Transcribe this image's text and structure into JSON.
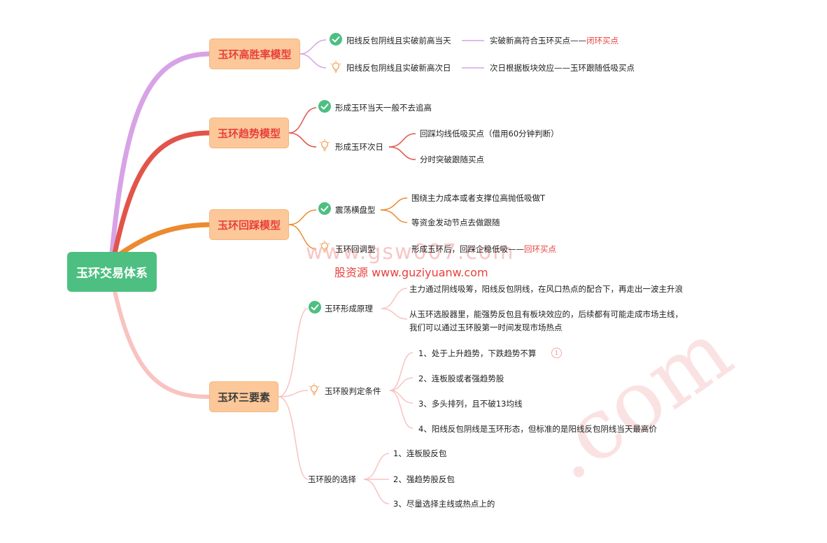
{
  "root": {
    "label": "玉环交易体系"
  },
  "topics": [
    {
      "label": "玉环高胜率模型",
      "items": [
        {
          "icon": "check-circle-icon",
          "text": "阳线反包阴线且实破前高当天",
          "note": "实破新高符合玉环买点——",
          "note_highlight": "闭环买点"
        },
        {
          "icon": "lightbulb-icon",
          "text": "阳线反包阴线且实破新高次日",
          "note": "次日根据板块效应——玉环跟随低吸买点"
        }
      ]
    },
    {
      "label": "玉环趋势模型",
      "items": [
        {
          "icon": "check-circle-icon",
          "text": "形成玉环当天一般不去追高"
        },
        {
          "icon": "lightbulb-icon",
          "text": "形成玉环次日",
          "children": [
            "回踩均线低吸买点（借用60分钟判断）",
            "分时突破跟随买点"
          ]
        }
      ]
    },
    {
      "label": "玉环回踩模型",
      "items": [
        {
          "icon": "check-circle-icon",
          "text": "震荡横盘型",
          "children": [
            "围绕主力成本或者支撑位高抛低吸做T",
            "等资金发动节点去做跟随"
          ]
        },
        {
          "icon": "lightbulb-icon",
          "text": "玉环回调型",
          "note": "形成玉环后，回踩企稳低吸——",
          "note_highlight": "回环买点"
        }
      ]
    },
    {
      "label": "玉环三要素",
      "items": [
        {
          "icon": "check-circle-icon",
          "text": "玉环形成原理",
          "children": [
            "主力通过阴线吸筹，阳线反包阴线，在风口热点的配合下，再走出一波主升浪",
            "从玉环选股器里，能强势反包且有板块效应的，后续都有可能走成市场主线，",
            "我们可以通过玉环股第一时间发现市场热点"
          ]
        },
        {
          "icon": "lightbulb-icon",
          "text": "玉环股判定条件",
          "children": [
            "1、处于上升趋势，下跌趋势不算",
            "2、连板股或者强趋势股",
            "3、多头排列，且不破13均线",
            "4、阳线反包阴线是玉环形态，但标准的是阳线反包阴线当天最高价"
          ],
          "badge": "1"
        },
        {
          "text": "玉环股的选择",
          "children": [
            "1、连板股反包",
            "2、强趋势股反包",
            "3、尽量选择主线或热点上的"
          ]
        }
      ]
    }
  ],
  "watermark": {
    "line1": "www.gsw007.com",
    "line2": "股资源 www.guziyuanw.com",
    "line3": ".com"
  },
  "colors": {
    "root": "#4dbf80",
    "branch1": "#d7a3e6",
    "branch2": "#e2544a",
    "branch3": "#eb8a2f",
    "branch4": "#f8c3c0",
    "topic_fill": "#fcc899",
    "highlight": "#e8413c"
  }
}
